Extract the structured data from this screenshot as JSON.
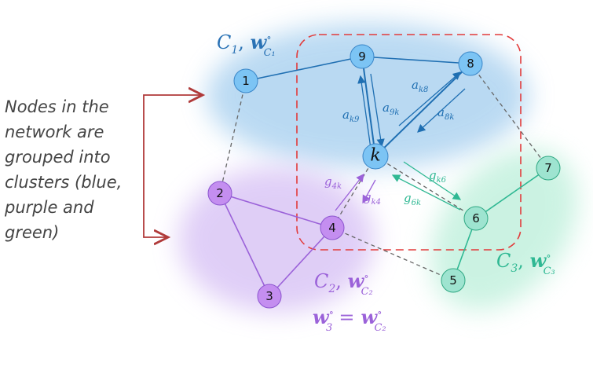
{
  "side_text": [
    "Nodes in the",
    "network are",
    "grouped into",
    "clusters (blue,",
    "purple and",
    "green)"
  ],
  "nodes": {
    "n1": "1",
    "n2": "2",
    "n3": "3",
    "n4": "4",
    "n5": "5",
    "n6": "6",
    "n7": "7",
    "n8": "8",
    "n9": "9",
    "nk": "k"
  },
  "clusters": {
    "blue": {
      "name": "C",
      "index": "1",
      "w": "w",
      "sup": "∘",
      "sub": "C₁",
      "color": "#2a72b5"
    },
    "purple": {
      "name": "C",
      "index": "2",
      "w": "w",
      "sup": "∘",
      "sub": "C₂",
      "color": "#9b62d9",
      "extra_lhs": "w",
      "extra_lhs_sup": "∘",
      "extra_lhs_sub": "3",
      "extra_eq": "=",
      "extra_rhs": "w",
      "extra_rhs_sup": "∘",
      "extra_rhs_sub": "C₂"
    },
    "green": {
      "name": "C",
      "index": "3",
      "w": "w",
      "sup": "∘",
      "sub": "C₃",
      "color": "#2fb893"
    }
  },
  "edge_labels": {
    "ak9": {
      "base": "a",
      "sub": "k9"
    },
    "a9k": {
      "base": "a",
      "sub": "9k"
    },
    "ak8": {
      "base": "a",
      "sub": "k8"
    },
    "a8k": {
      "base": "a",
      "sub": "8k"
    },
    "g4k": {
      "base": "g",
      "sub": "4k"
    },
    "gk4": {
      "base": "g",
      "sub": "k4"
    },
    "gk6": {
      "base": "g",
      "sub": "k6"
    },
    "g6k": {
      "base": "g",
      "sub": "6k"
    }
  },
  "colors": {
    "blue_node": "#7cc4f4",
    "purple_node": "#c48ef0",
    "green_node": "#9ee4d0",
    "blue_edge": "#1f6fb2",
    "purple_edge": "#9b62d9",
    "green_edge": "#2fb893",
    "dashed_edge": "#666666",
    "selection_box": "#e23b3b",
    "side_arrow": "#b03a3a"
  }
}
